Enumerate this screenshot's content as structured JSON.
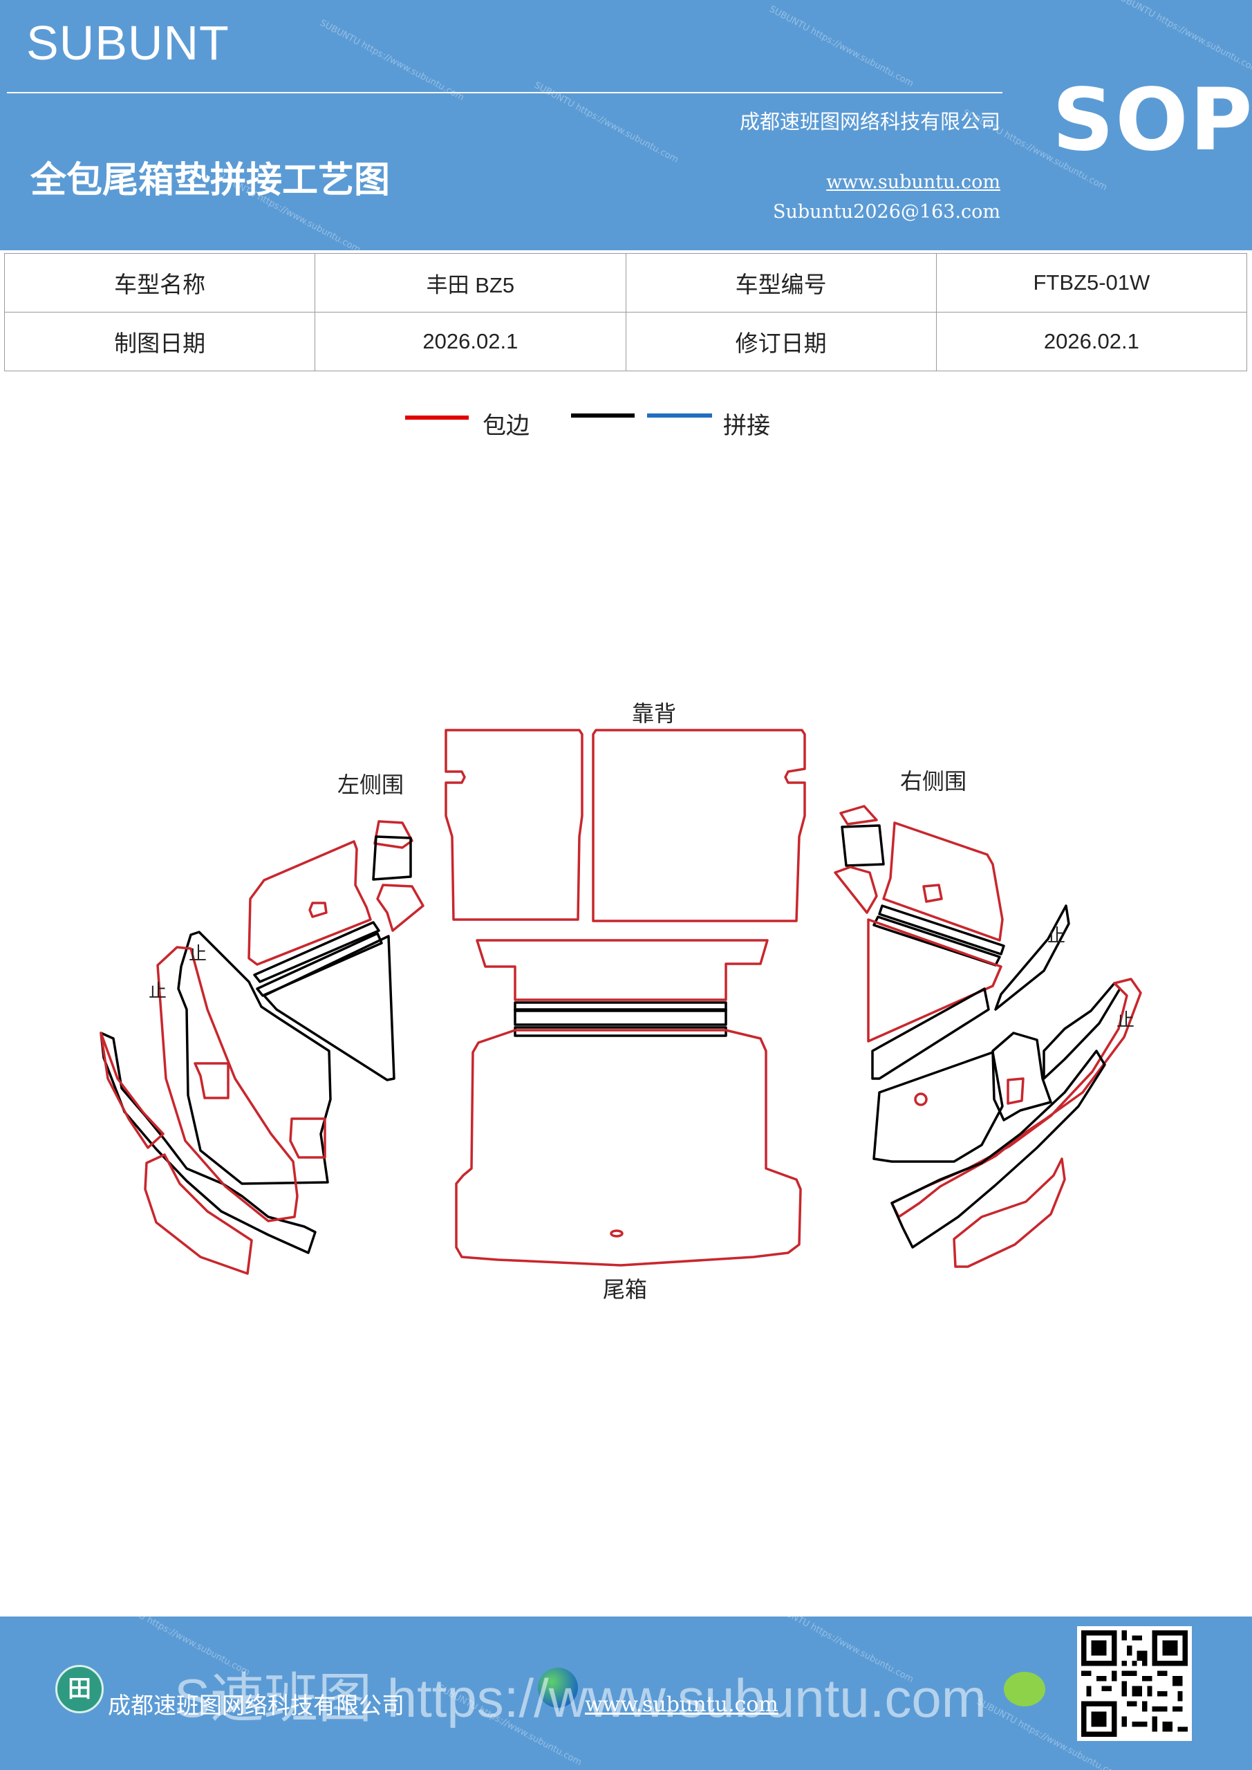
{
  "header": {
    "brand": "SUBUNT",
    "company": "成都速班图网络科技有限公司",
    "title": "全包尾箱垫拼接工艺图",
    "website": "www.subuntu.com",
    "email": "Subuntu2026@163.com",
    "badge": "SOP",
    "background_color": "#5b9bd5"
  },
  "info_table": {
    "rows": [
      {
        "label1": "车型名称",
        "value1": "丰田 BZ5",
        "label2": "车型编号",
        "value2": "FTBZ5-01W"
      },
      {
        "label1": "制图日期",
        "value1": "2026.02.1",
        "label2": "修订日期",
        "value2": "2026.02.1"
      }
    ]
  },
  "legend": {
    "items": [
      {
        "label": "包边",
        "color": "#e00000"
      },
      {
        "label": "",
        "color": "#000000"
      },
      {
        "label": "拼接",
        "color": "#1f6fc0"
      }
    ]
  },
  "diagram": {
    "labels": {
      "backrest": "靠背",
      "left_side": "左侧围",
      "right_side": "右侧围",
      "trunk": "尾箱",
      "stop": "止"
    },
    "edge_colors": {
      "binding": "#c8272d",
      "seam": "#000000"
    }
  },
  "footer": {
    "company": "成都速班图网络科技有限公司",
    "website": "www.subuntu.com",
    "watermark": "S速班图 https://www.subuntu.com"
  }
}
